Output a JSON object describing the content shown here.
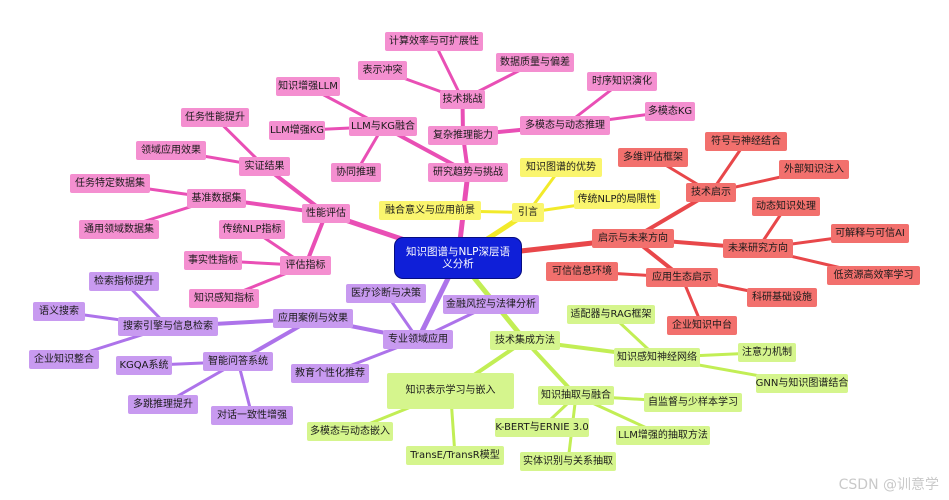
{
  "root": {
    "label": "知识图谱与NLP深层语义分析"
  },
  "colors": {
    "pink": "#e94fb5",
    "yellow": "#f2ea2a",
    "red": "#e8474a",
    "green": "#c2ee55",
    "purple": "#ad73ea"
  },
  "nodes": {
    "intro": "引言",
    "intro_advantage": "知识图谱的优势",
    "intro_limits": "传统NLP的局限性",
    "intro_meaning": "融合意义与应用前景",
    "trends": "研究趋势与挑战",
    "trends_llmkg": "LLM与KG融合",
    "trends_kg_enh_llm": "知识增强LLM",
    "trends_llm_enh_kg": "LLM增强KG",
    "trends_coreason": "协同推理",
    "trends_tech": "技术挑战",
    "trends_efficiency": "计算效率与可扩展性",
    "trends_conflict": "表示冲突",
    "trends_quality": "数据质量与偏差",
    "trends_complex": "复杂推理能力",
    "trends_multimodal": "多模态与动态推理",
    "trends_temporal": "时序知识演化",
    "trends_mmkg": "多模态KG",
    "eval": "性能评估",
    "eval_empirical": "实证结果",
    "eval_task": "任务性能提升",
    "eval_domain": "领域应用效果",
    "eval_bench": "基准数据集",
    "eval_taskdata": "任务特定数据集",
    "eval_general": "通用领域数据集",
    "eval_metrics": "评估指标",
    "eval_nlp": "传统NLP指标",
    "eval_fact": "事实性指标",
    "eval_know": "知识感知指标",
    "future": "启示与未来方向",
    "future_tech": "技术启示",
    "future_multi": "多维评估框架",
    "future_symbolic": "符号与神经结合",
    "future_external": "外部知识注入",
    "future_research": "未来研究方向",
    "future_dynamic": "动态知识处理",
    "future_explain": "可解释与可信AI",
    "future_lowres": "低资源高效率学习",
    "future_eco": "应用生态启示",
    "future_trusted": "可信信息环境",
    "future_infra": "科研基础设施",
    "future_platform": "企业知识中台",
    "apps": "专业领域应用",
    "apps_medical": "医疗诊断与决策",
    "apps_finance": "金融风控与法律分析",
    "apps_edu": "教育个性化推荐",
    "apps_cases": "应用案例与效果",
    "apps_search": "搜索引擎与信息检索",
    "apps_metric": "检索指标提升",
    "apps_semantic": "语义搜索",
    "apps_enterprise": "企业知识整合",
    "apps_qa": "智能问答系统",
    "apps_kgqa": "KGQA系统",
    "apps_multihop": "多跳推理提升",
    "apps_dialog": "对话一致性增强",
    "tech": "技术集成方法",
    "tech_repr": "知识表示学习与嵌入",
    "tech_transe": "TransE/TransR模型",
    "tech_mmembed": "多模态与动态嵌入",
    "tech_extract": "知识抽取与融合",
    "tech_kbert": "K-BERT与ERNIE 3.0",
    "tech_ner": "实体识别与关系抽取",
    "tech_selfsup": "自监督与少样本学习",
    "tech_llmext": "LLM增强的抽取方法",
    "tech_kann": "知识感知神经网络",
    "tech_adapter": "适配器与RAG框架",
    "tech_attention": "注意力机制",
    "tech_gnn": "GNN与知识图谱结合"
  },
  "watermark": "CSDN @训意学"
}
